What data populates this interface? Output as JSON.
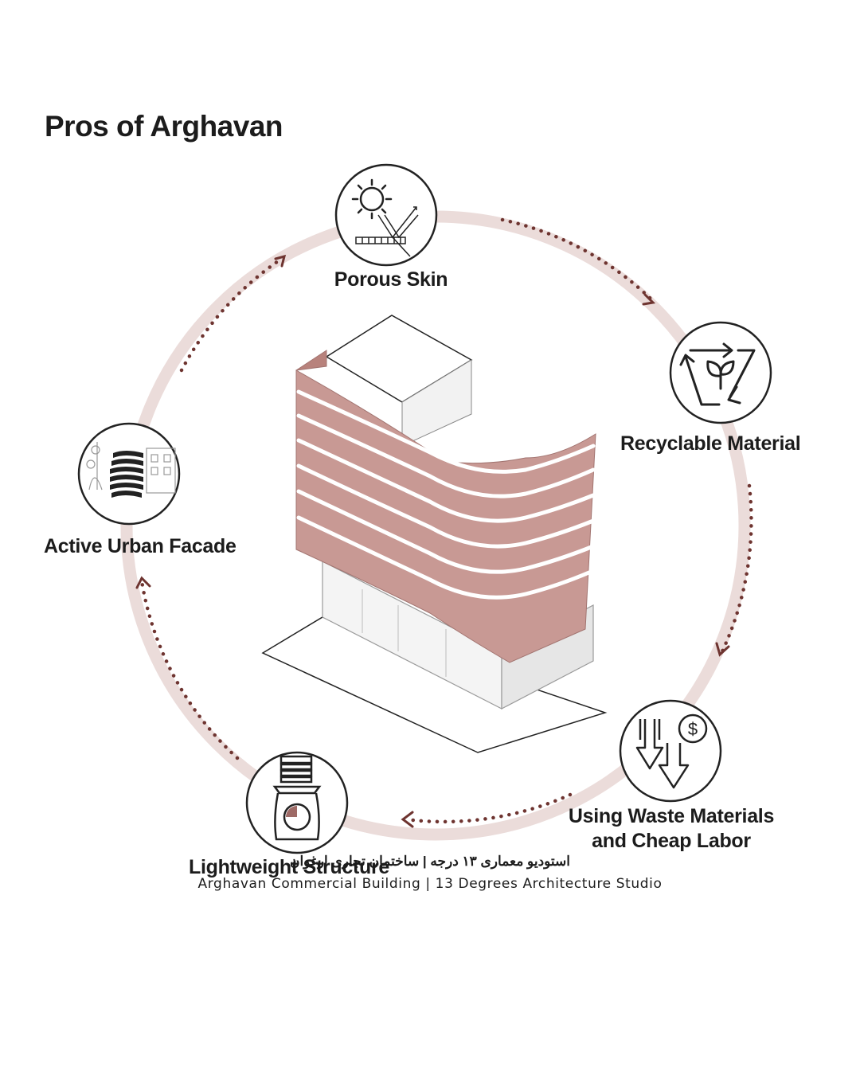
{
  "title": "Pros of Arghavan",
  "accent_color": "#9e6a66",
  "ring_color": "#ebdcda",
  "arrow_color": "#6e3430",
  "items": [
    {
      "label": "Porous Skin",
      "icon": "sun-reflection-icon"
    },
    {
      "label": "Recyclable Material",
      "icon": "recycle-leaf-icon"
    },
    {
      "label_line1": "Using Waste Materials",
      "label_line2": "and Cheap Labor",
      "icon": "down-arrows-dollar-icon"
    },
    {
      "label": "Lightweight Structure",
      "icon": "weighing-scale-icon"
    },
    {
      "label": "Active Urban Facade",
      "icon": "urban-facade-icon"
    }
  ],
  "footer": {
    "persian": "استودیو معماری ۱۳ درجه | ساختمان تجاری ارغوان",
    "english": "Arghavan Commercial Building | 13 Degrees Architecture Studio"
  }
}
